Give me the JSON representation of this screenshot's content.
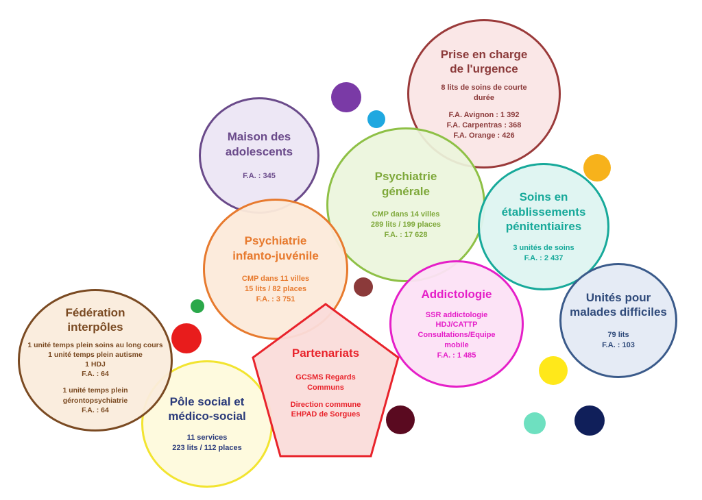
{
  "colors": {
    "urgence": "#8b3a3a",
    "adolescents": "#6a4a8a",
    "generale": "#7ea83a",
    "penitentiaires": "#17a99a",
    "infanto": "#e77a2e",
    "addicto": "#e51fc8",
    "udm": "#2f4a7a",
    "federation": "#7a4a22",
    "partenariats": "#e8232b",
    "pole": "#2a3a7a"
  },
  "bubbles": {
    "urgence": {
      "title": [
        "Prise en charge",
        "de l'urgence"
      ],
      "lines": [
        "8 lits de soins de courte",
        "durée"
      ],
      "lines2": [
        "F.A. Avignon : 1 392",
        "F.A. Carpentras : 368",
        "F.A. Orange : 426"
      ]
    },
    "adolescents": {
      "title": [
        "Maison des",
        "adolescents"
      ],
      "lines": [
        "F.A. : 345"
      ]
    },
    "generale": {
      "title": [
        "Psychiatrie",
        "générale"
      ],
      "lines": [
        "CMP dans 14 villes",
        "289 lits / 199 places",
        "F.A. : 17 628"
      ]
    },
    "penitentiaires": {
      "title": [
        "Soins en",
        "établissements",
        "pénitentiaires"
      ],
      "lines": [
        "3 unités de soins",
        "F.A. : 2 437"
      ]
    },
    "infanto": {
      "title": [
        "Psychiatrie",
        "infanto-juvénile"
      ],
      "lines": [
        "CMP dans 11 villes",
        "15 lits / 82 places",
        "F.A. : 3 751"
      ]
    },
    "addicto": {
      "title": [
        "Addictologie"
      ],
      "lines": [
        "SSR addictologie",
        "HDJ/CATTP",
        "Consultations/Equipe",
        "mobile",
        "F.A. : 1 485"
      ]
    },
    "udm": {
      "title": [
        "Unités pour",
        "malades difficiles"
      ],
      "lines": [
        "79 lits",
        "F.A. : 103"
      ]
    },
    "federation": {
      "title": [
        "Fédération",
        "interpôles"
      ],
      "lines": [
        "1 unité temps plein soins au long cours",
        "1 unité temps plein autisme",
        "1 HDJ",
        "F.A. : 64"
      ],
      "lines2": [
        "1 unité temps plein",
        "gérontopsychiatrie",
        "F.A. : 64"
      ]
    },
    "partenariats": {
      "title": [
        "Partenariats"
      ],
      "lines": [
        "GCSMS Regards",
        "Communs"
      ],
      "lines2": [
        "Direction commune",
        "EHPAD de Sorgues"
      ]
    },
    "pole": {
      "title": [
        "Pôle social et",
        "médico-social"
      ],
      "lines": [
        "11 services",
        "223 lits / 112 places"
      ]
    }
  }
}
